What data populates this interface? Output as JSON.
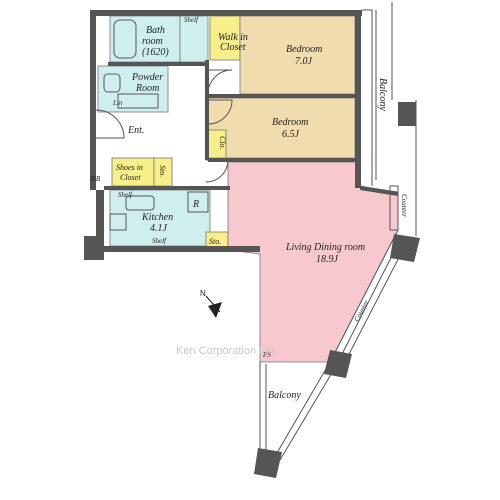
{
  "labels": {
    "bath_room": "Bath",
    "bath_room_line2": "room",
    "bath_size": "(1620)",
    "shelf_top": "Shelf",
    "walk_in": "Walk in",
    "closet_top": "Closet",
    "bedroom1": "Bedroom",
    "bedroom1_size": "7.0J",
    "balcony_right": "Balcony",
    "powder": "Powder",
    "powder_line2": "Room",
    "lin": "Lin",
    "bedroom2": "Bedroom",
    "bedroom2_size": "6.5J",
    "clo": "Clo.",
    "ent": "Ent.",
    "shoes_in": "Shoes in",
    "shoes_closet": "Closet",
    "sto1": "Sto.",
    "mb": "MB",
    "shelf_mid": "Shelf",
    "r": "R",
    "kitchen": "Kitchen",
    "kitchen_size": "4.1J",
    "shelf_bottom": "Shelf",
    "sto2": "Sto.",
    "counter_right": "Counter",
    "living": "Living Dining room",
    "living_size": "18.9J",
    "counter_diag": "Counter",
    "ps": "PS",
    "balcony_bottom": "Balcony",
    "compass_n": "N",
    "watermark": "Ken Corporation Ltd."
  },
  "colors": {
    "bedroom": "#f1dcae",
    "closet": "#f6ef8a",
    "wet": "#cfeeee",
    "living": "#f7c9cf",
    "wall": "#555555",
    "entry": "#ffffff"
  }
}
